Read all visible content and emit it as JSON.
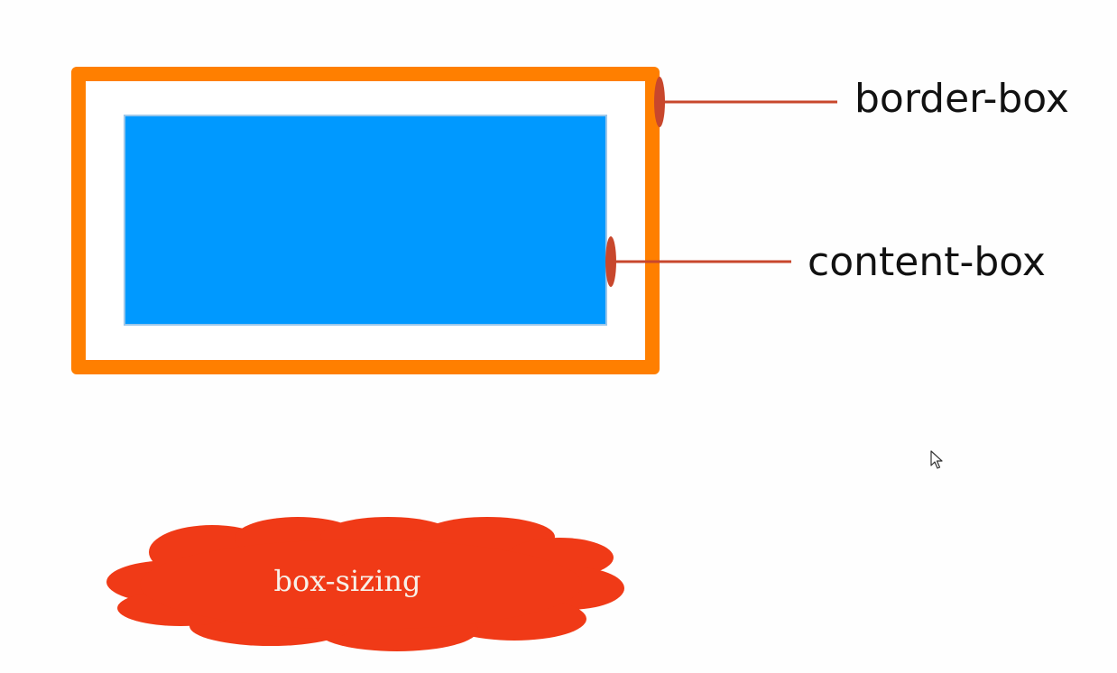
{
  "labels": {
    "border_box": "border-box",
    "content_box": "content-box",
    "box_sizing": "box-sizing"
  },
  "colors": {
    "border_frame": "#ff7f00",
    "content_fill": "#0099ff",
    "connector": "#c8472c",
    "cloud_fill": "#f03a17",
    "cloud_text": "#f7f0e8"
  },
  "icons": {
    "cursor": "mouse-pointer-icon"
  }
}
